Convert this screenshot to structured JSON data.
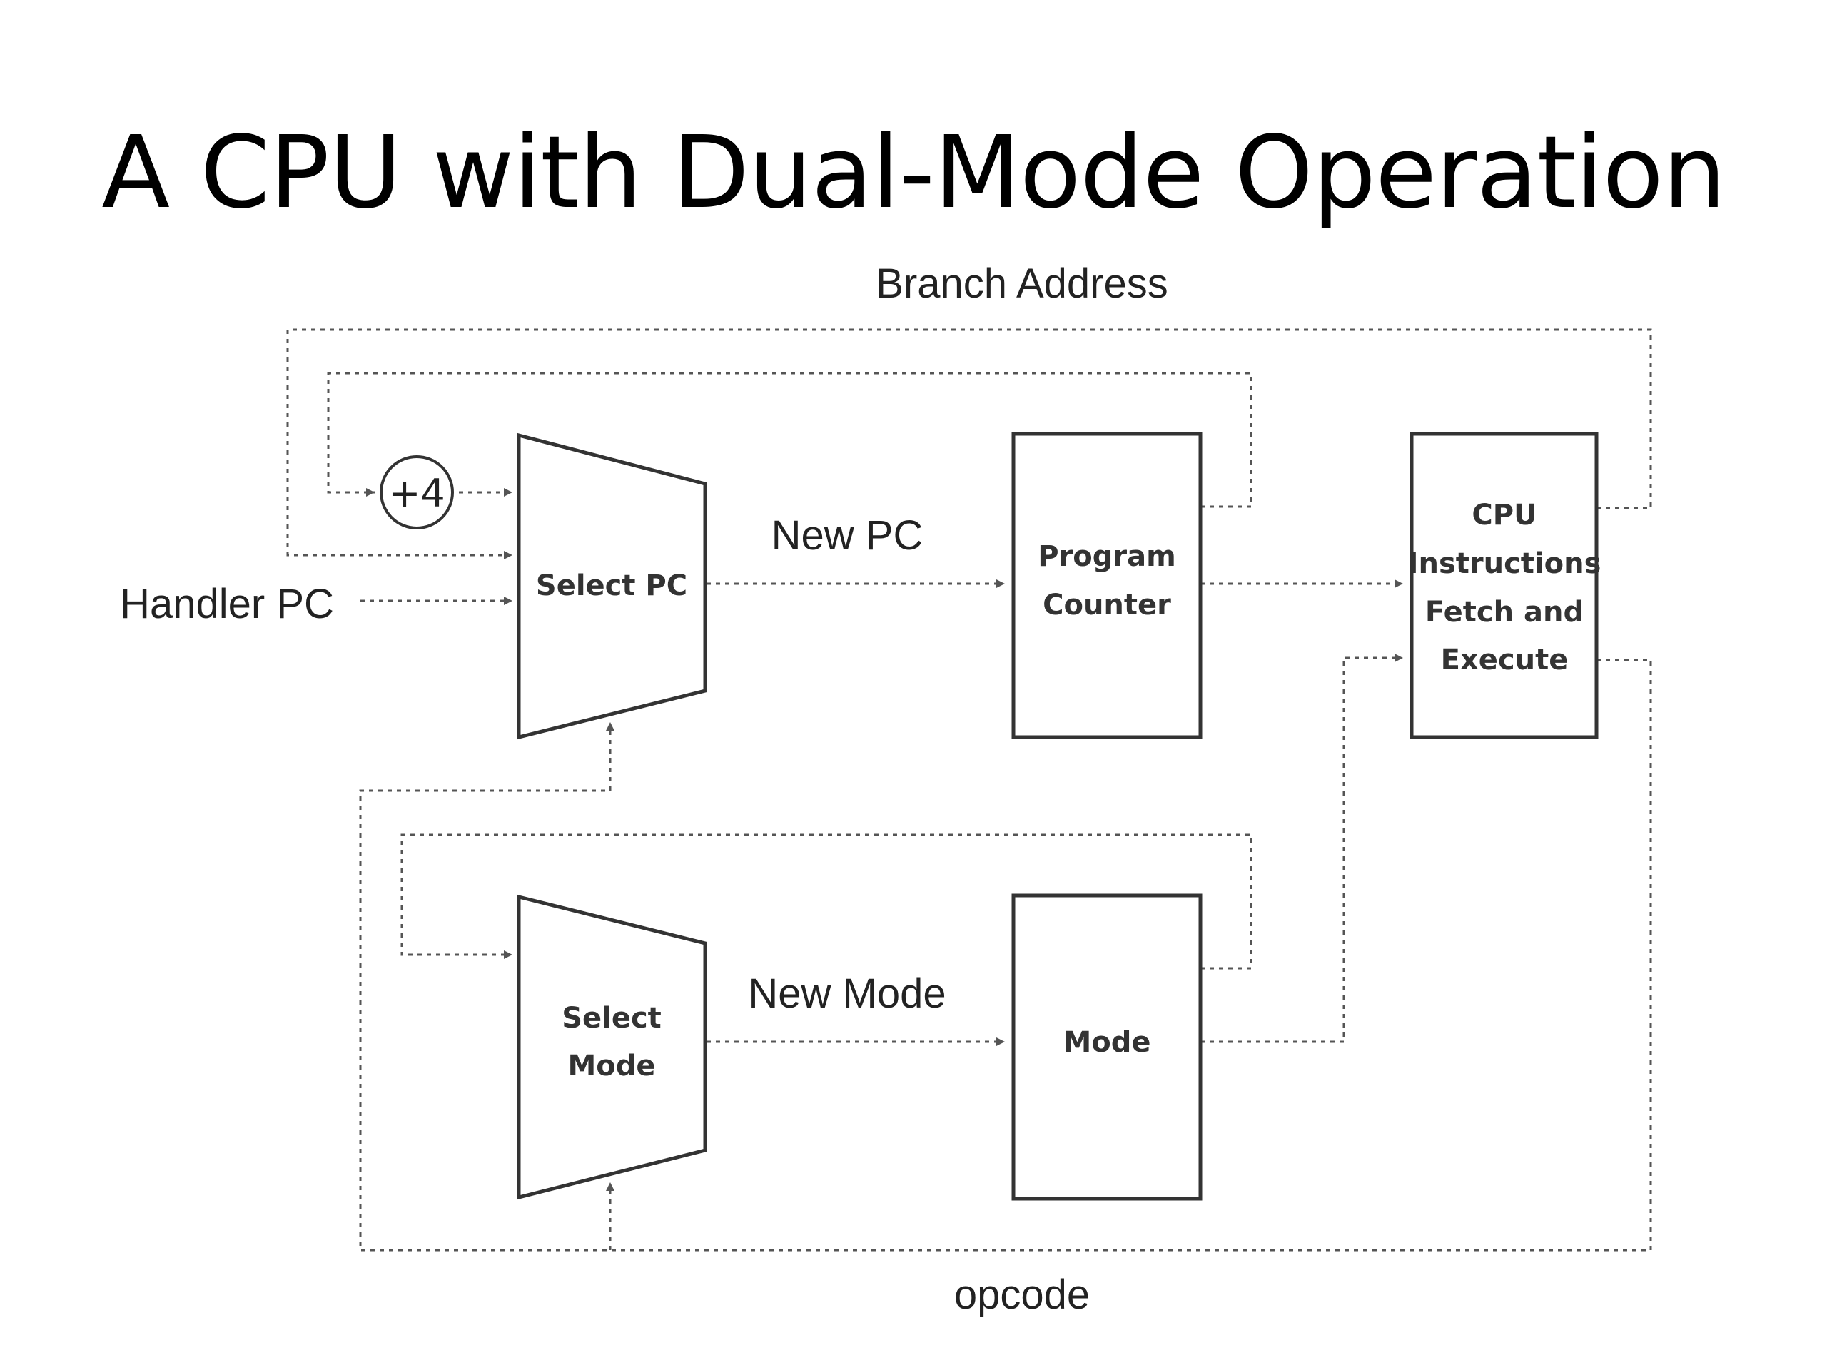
{
  "slide": {
    "title": "A CPU with Dual-Mode Operation"
  },
  "diagram": {
    "labels": {
      "branch_address": "Branch Address",
      "handler_pc": "Handler PC",
      "new_pc": "New PC",
      "new_mode": "New Mode",
      "opcode": "opcode"
    },
    "adder": {
      "label": "+4"
    },
    "select_pc": {
      "label": "Select PC"
    },
    "select_mode": {
      "line1": "Select",
      "line2": "Mode"
    },
    "program_counter": {
      "line1": "Program",
      "line2": "Counter"
    },
    "mode_register": {
      "label": "Mode"
    },
    "cpu_block": {
      "line1": "CPU",
      "line2": "Instructions",
      "line3": "Fetch and",
      "line4": "Execute"
    }
  }
}
